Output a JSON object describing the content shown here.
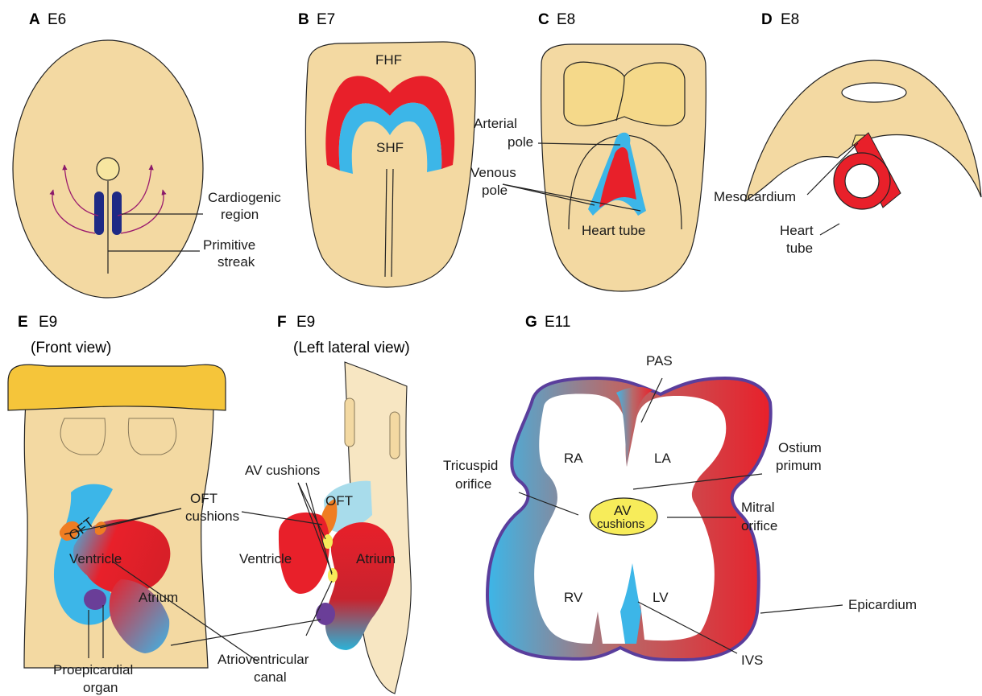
{
  "panels": {
    "A": {
      "letter": "A",
      "stage": "E6",
      "labels": {
        "cardiogenic": [
          "Cardiogenic",
          "region"
        ],
        "streak": [
          "Primitive",
          "streak"
        ]
      }
    },
    "B": {
      "letter": "B",
      "stage": "E7",
      "labels": {
        "fhf": "FHF",
        "shf": "SHF"
      }
    },
    "C": {
      "letter": "C",
      "stage": "E8",
      "labels": {
        "arterial": [
          "Arterial",
          "pole"
        ],
        "venous": [
          "Venous",
          "pole"
        ],
        "heart_tube": "Heart tube"
      }
    },
    "D": {
      "letter": "D",
      "stage": "E8",
      "labels": {
        "mesocardium": "Mesocardium",
        "heart_tube": [
          "Heart",
          "tube"
        ]
      }
    },
    "E": {
      "letter": "E",
      "stage": "E9",
      "view": "(Front view)",
      "labels": {
        "oft": "OFT",
        "oft_cushions": [
          "OFT",
          "cushions"
        ],
        "ventricle": "Ventricle",
        "atrium": "Atrium",
        "proepicardial": [
          "Proepicardial",
          "organ"
        ]
      }
    },
    "F": {
      "letter": "F",
      "stage": "E9",
      "view": "(Left lateral view)",
      "labels": {
        "av_cushions": "AV cushions",
        "oft": "OFT",
        "ventricle": "Ventricle",
        "atrium": "Atrium",
        "av_canal": [
          "Atrioventricular",
          "canal"
        ]
      }
    },
    "G": {
      "letter": "G",
      "stage": "E11",
      "labels": {
        "pas": "PAS",
        "ra": "RA",
        "la": "LA",
        "ostium": [
          "Ostium",
          "primum"
        ],
        "tricuspid": [
          "Tricuspid",
          "orifice"
        ],
        "av_cushions": [
          "AV",
          "cushions"
        ],
        "mitral": [
          "Mitral",
          "orifice"
        ],
        "epicardium": "Epicardium",
        "rv": "RV",
        "lv": "LV",
        "ivs": "IVS"
      }
    }
  },
  "colors": {
    "tissue": "#f3d9a2",
    "tissue_light": "#f7e6c2",
    "head": "#f5c53a",
    "red": "#e8202a",
    "blue": "#3cb6e8",
    "navy": "#1f2a85",
    "purple": "#6a3e98",
    "magenta": "#9b1b6e",
    "yellow": "#f7ec5a",
    "orange": "#ef7d22",
    "epicardium": "#5a3e9c"
  }
}
